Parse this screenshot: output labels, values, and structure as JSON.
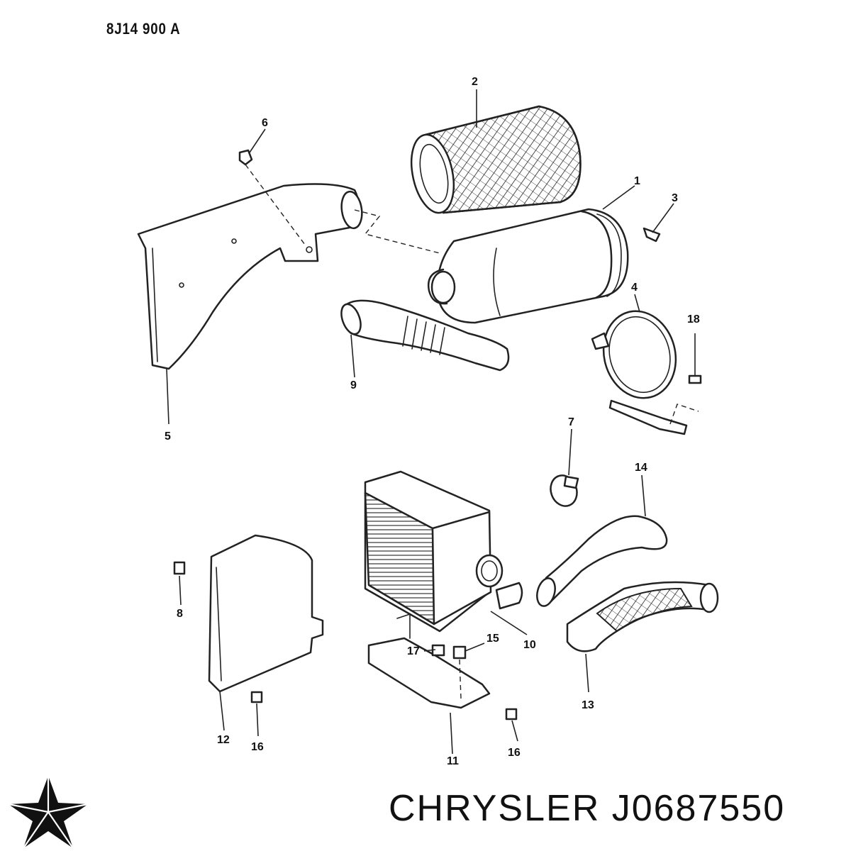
{
  "diagram_ref": "8J14 900 A",
  "brand": {
    "name": "CHRYSLER",
    "part_number": "J0687550",
    "logo_icon": "pentastar-logo-icon"
  },
  "callouts": [
    {
      "id": "c1",
      "label": "1"
    },
    {
      "id": "c2",
      "label": "2"
    },
    {
      "id": "c3",
      "label": "3"
    },
    {
      "id": "c4",
      "label": "4"
    },
    {
      "id": "c5",
      "label": "5"
    },
    {
      "id": "c6",
      "label": "6"
    },
    {
      "id": "c7",
      "label": "7"
    },
    {
      "id": "c8",
      "label": "8"
    },
    {
      "id": "c9",
      "label": "9"
    },
    {
      "id": "c10",
      "label": "10"
    },
    {
      "id": "c11",
      "label": "11"
    },
    {
      "id": "c12",
      "label": "12"
    },
    {
      "id": "c13",
      "label": "13"
    },
    {
      "id": "c14",
      "label": "14"
    },
    {
      "id": "c15",
      "label": "15"
    },
    {
      "id": "c16a",
      "label": "16"
    },
    {
      "id": "c16b",
      "label": "16"
    },
    {
      "id": "c17",
      "label": "17"
    },
    {
      "id": "c18",
      "label": "18"
    }
  ]
}
